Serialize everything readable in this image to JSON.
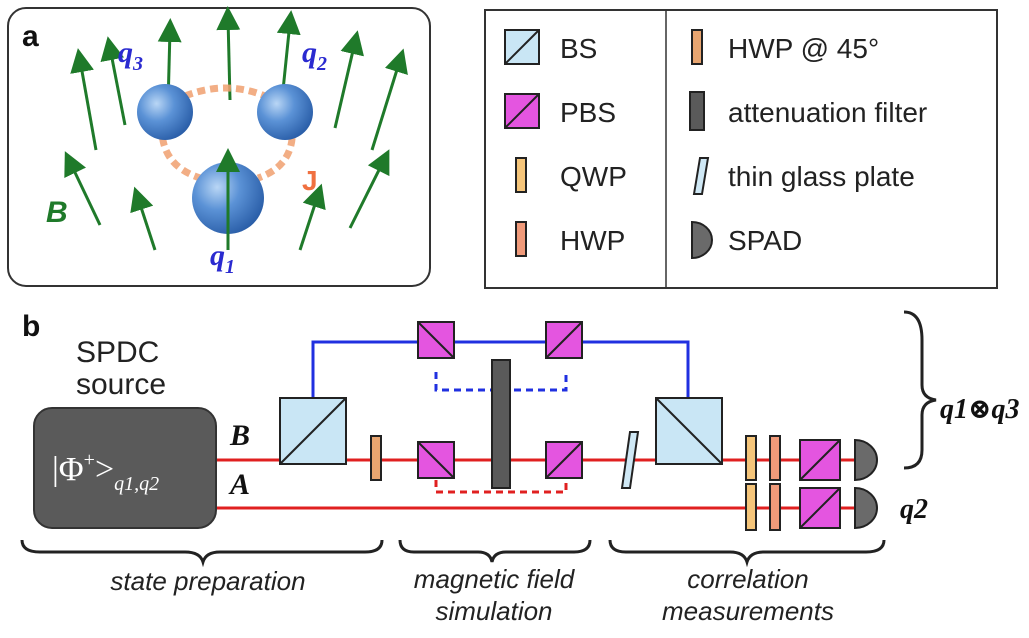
{
  "panel_a": {
    "label": "a",
    "qubits": {
      "q1": {
        "name": "q",
        "sub": "1"
      },
      "q2": {
        "name": "q",
        "sub": "2"
      },
      "q3": {
        "name": "q",
        "sub": "3"
      }
    },
    "field_label": "B",
    "coupling_label": "J",
    "colors": {
      "qubit": "#4a86cf",
      "field": "#1f7a2a",
      "qubit_label": "#2a2ad0",
      "coupling": "#f0a070"
    }
  },
  "legend": {
    "left": [
      {
        "icon": "bs-cube-icon",
        "label": "BS"
      },
      {
        "icon": "pbs-cube-icon",
        "label": "PBS"
      },
      {
        "icon": "qwp-plate-icon",
        "label": "QWP"
      },
      {
        "icon": "hwp-plate-icon",
        "label": "HWP"
      }
    ],
    "right": [
      {
        "icon": "hwp45-plate-icon",
        "label": "HWP @ 45°"
      },
      {
        "icon": "attenuation-filter-icon",
        "label": "attenuation filter"
      },
      {
        "icon": "glass-plate-icon",
        "label": "thin glass plate"
      },
      {
        "icon": "spad-detector-icon",
        "label": "SPAD"
      }
    ],
    "colors": {
      "bs": "#c9e6f5",
      "pbs": "#e455e0",
      "qwp": "#f5c57a",
      "hwp": "#f09a7a",
      "hwp45": "#e8a570",
      "filter": "#5a5a5a",
      "glass": "#cfe8f5",
      "spad": "#6a6a6a"
    }
  },
  "panel_b": {
    "label": "b",
    "source_title_line1": "SPDC",
    "source_title_line2": "source",
    "state_ket": "|Φ",
    "state_sup": "+",
    "state_tail": ">",
    "state_sub": "q1,q2",
    "beam_B": "B",
    "beam_A": "A",
    "output_top": "q1⊗q3",
    "output_bottom": "q2",
    "stage_labels": {
      "state_preparation": "state preparation",
      "magnetic_line1": "magnetic field",
      "magnetic_line2": "simulation",
      "correlation_line1": "correlation",
      "correlation_line2": "measurements"
    },
    "colors": {
      "red_beam": "#e02020",
      "blue_beam": "#2030e0",
      "source": "#5a5a5a"
    }
  }
}
